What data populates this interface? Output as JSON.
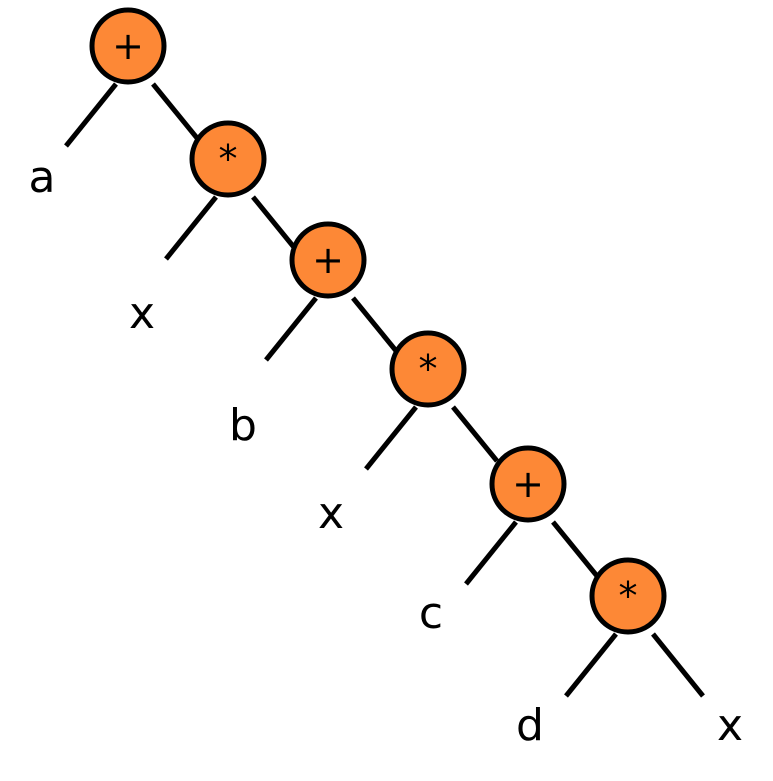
{
  "diagram": {
    "node_fill": "#FD8836",
    "operators": [
      "+",
      "*",
      "+",
      "*",
      "+",
      "*"
    ],
    "leaves": [
      "a",
      "x",
      "b",
      "x",
      "c",
      "d",
      "x"
    ]
  }
}
